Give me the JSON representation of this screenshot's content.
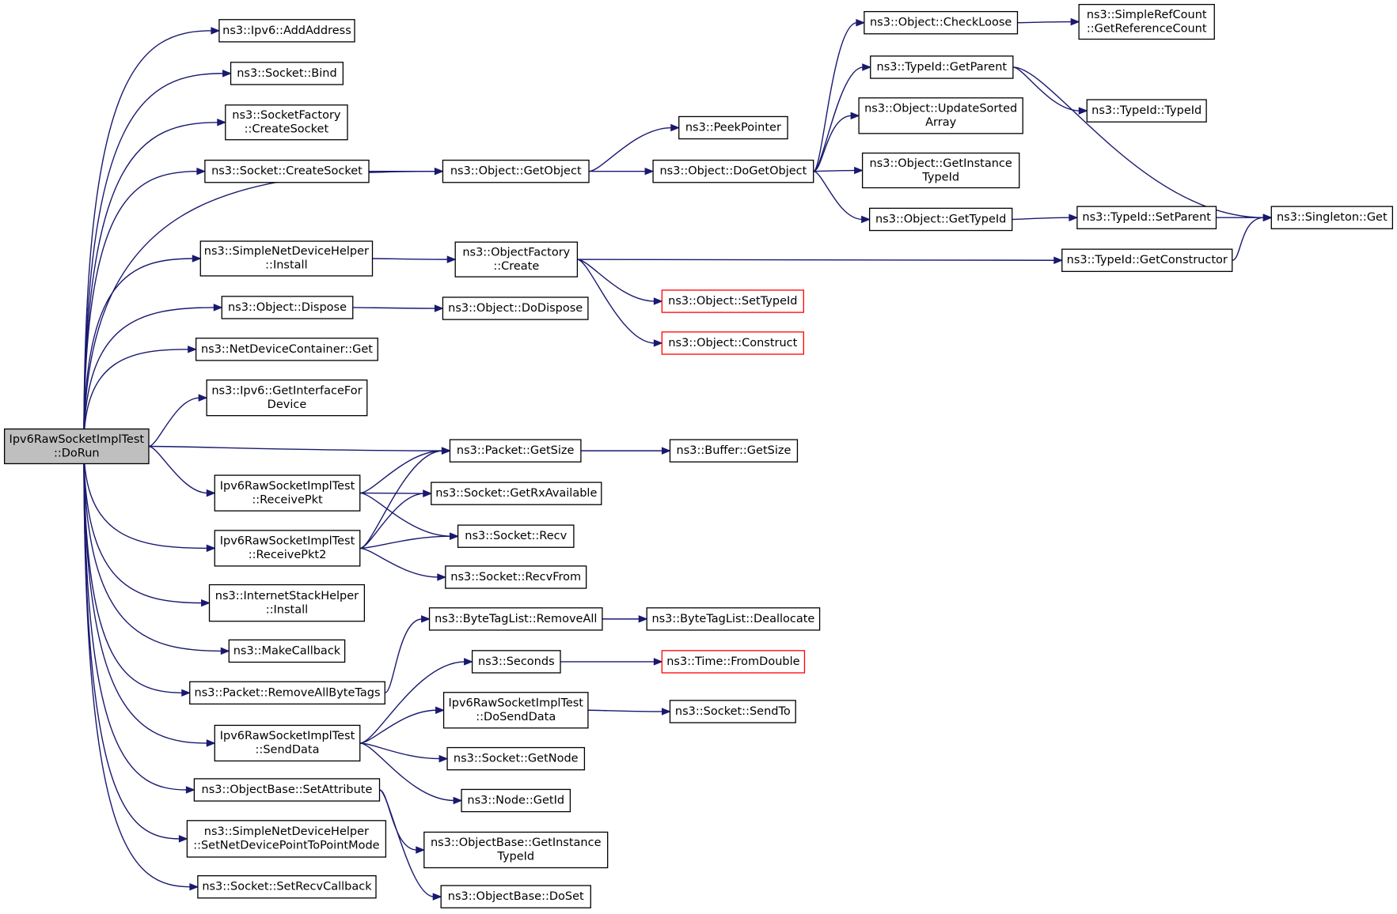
{
  "colors": {
    "edge": "#191970",
    "root_fill": "#bfbfbf",
    "external_stroke": "#ff0000",
    "node_stroke": "#000000"
  },
  "nodes": [
    {
      "id": "root",
      "lines": [
        "Ipv6RawSocketImplTest",
        "::DoRun"
      ],
      "kind": "root"
    },
    {
      "id": "ipv6_addaddress",
      "lines": [
        "ns3::Ipv6::AddAddress"
      ]
    },
    {
      "id": "socket_bind",
      "lines": [
        "ns3::Socket::Bind"
      ]
    },
    {
      "id": "socketfactory_create",
      "lines": [
        "ns3::SocketFactory",
        "::CreateSocket"
      ]
    },
    {
      "id": "socket_createsocket",
      "lines": [
        "ns3::Socket::CreateSocket"
      ]
    },
    {
      "id": "object_getobject",
      "lines": [
        "ns3::Object::GetObject"
      ]
    },
    {
      "id": "peekpointer",
      "lines": [
        "ns3::PeekPointer"
      ]
    },
    {
      "id": "object_dogetobject",
      "lines": [
        "ns3::Object::DoGetObject"
      ]
    },
    {
      "id": "object_checkloose",
      "lines": [
        "ns3::Object::CheckLoose"
      ]
    },
    {
      "id": "simplerefcount",
      "lines": [
        "ns3::SimpleRefCount",
        "::GetReferenceCount"
      ]
    },
    {
      "id": "typeid_getparent",
      "lines": [
        "ns3::TypeId::GetParent"
      ]
    },
    {
      "id": "typeid_typeid",
      "lines": [
        "ns3::TypeId::TypeId"
      ]
    },
    {
      "id": "object_updatesorted",
      "lines": [
        "ns3::Object::UpdateSorted",
        "Array"
      ]
    },
    {
      "id": "object_getinstancetypeid",
      "lines": [
        "ns3::Object::GetInstance",
        "TypeId"
      ]
    },
    {
      "id": "object_gettypeid",
      "lines": [
        "ns3::Object::GetTypeId"
      ]
    },
    {
      "id": "typeid_setparent",
      "lines": [
        "ns3::TypeId::SetParent"
      ]
    },
    {
      "id": "singleton_get",
      "lines": [
        "ns3::Singleton::Get"
      ]
    },
    {
      "id": "simplenetdevicehelper_install",
      "lines": [
        "ns3::SimpleNetDeviceHelper",
        "::Install"
      ]
    },
    {
      "id": "objectfactory_create",
      "lines": [
        "ns3::ObjectFactory",
        "::Create"
      ]
    },
    {
      "id": "typeid_getconstructor",
      "lines": [
        "ns3::TypeId::GetConstructor"
      ]
    },
    {
      "id": "object_settypeid",
      "lines": [
        "ns3::Object::SetTypeId"
      ],
      "kind": "red"
    },
    {
      "id": "object_construct",
      "lines": [
        "ns3::Object::Construct"
      ],
      "kind": "red"
    },
    {
      "id": "object_dispose",
      "lines": [
        "ns3::Object::Dispose"
      ]
    },
    {
      "id": "object_dodispose",
      "lines": [
        "ns3::Object::DoDispose"
      ]
    },
    {
      "id": "netdevicecontainer_get",
      "lines": [
        "ns3::NetDeviceContainer::Get"
      ]
    },
    {
      "id": "ipv6_getinterfacefor",
      "lines": [
        "ns3::Ipv6::GetInterfaceFor",
        "Device"
      ]
    },
    {
      "id": "packet_getsize",
      "lines": [
        "ns3::Packet::GetSize"
      ]
    },
    {
      "id": "buffer_getsize",
      "lines": [
        "ns3::Buffer::GetSize"
      ]
    },
    {
      "id": "receivepkt",
      "lines": [
        "Ipv6RawSocketImplTest",
        "::ReceivePkt"
      ]
    },
    {
      "id": "socket_getrxavailable",
      "lines": [
        "ns3::Socket::GetRxAvailable"
      ]
    },
    {
      "id": "socket_recv",
      "lines": [
        "ns3::Socket::Recv"
      ]
    },
    {
      "id": "receivepkt2",
      "lines": [
        "Ipv6RawSocketImplTest",
        "::ReceivePkt2"
      ]
    },
    {
      "id": "socket_recvfrom",
      "lines": [
        "ns3::Socket::RecvFrom"
      ]
    },
    {
      "id": "internetstackhelper_install",
      "lines": [
        "ns3::InternetStackHelper",
        "::Install"
      ]
    },
    {
      "id": "bytetaglist_removeall",
      "lines": [
        "ns3::ByteTagList::RemoveAll"
      ]
    },
    {
      "id": "bytetaglist_deallocate",
      "lines": [
        "ns3::ByteTagList::Deallocate"
      ]
    },
    {
      "id": "makecallback",
      "lines": [
        "ns3::MakeCallback"
      ]
    },
    {
      "id": "seconds",
      "lines": [
        "ns3::Seconds"
      ]
    },
    {
      "id": "time_fromdouble",
      "lines": [
        "ns3::Time::FromDouble"
      ],
      "kind": "red"
    },
    {
      "id": "packet_removeallbytetags",
      "lines": [
        "ns3::Packet::RemoveAllByteTags"
      ]
    },
    {
      "id": "dosenddata",
      "lines": [
        "Ipv6RawSocketImplTest",
        "::DoSendData"
      ]
    },
    {
      "id": "socket_sendto",
      "lines": [
        "ns3::Socket::SendTo"
      ]
    },
    {
      "id": "senddata",
      "lines": [
        "Ipv6RawSocketImplTest",
        "::SendData"
      ]
    },
    {
      "id": "socket_getnode",
      "lines": [
        "ns3::Socket::GetNode"
      ]
    },
    {
      "id": "objectbase_setattribute",
      "lines": [
        "ns3::ObjectBase::SetAttribute"
      ]
    },
    {
      "id": "node_getid",
      "lines": [
        "ns3::Node::GetId"
      ]
    },
    {
      "id": "objectbase_getinstancetypeid",
      "lines": [
        "ns3::ObjectBase::GetInstance",
        "TypeId"
      ]
    },
    {
      "id": "setnetdevicepointtopoint",
      "lines": [
        "ns3::SimpleNetDeviceHelper",
        "::SetNetDevicePointToPointMode"
      ]
    },
    {
      "id": "objectbase_doset",
      "lines": [
        "ns3::ObjectBase::DoSet"
      ]
    },
    {
      "id": "socket_setrecvcallback",
      "lines": [
        "ns3::Socket::SetRecvCallback"
      ]
    }
  ],
  "edges": [
    [
      "root",
      "ipv6_addaddress"
    ],
    [
      "root",
      "socket_bind"
    ],
    [
      "root",
      "socketfactory_create"
    ],
    [
      "root",
      "socket_createsocket"
    ],
    [
      "root",
      "object_getobject"
    ],
    [
      "root",
      "simplenetdevicehelper_install"
    ],
    [
      "root",
      "object_dispose"
    ],
    [
      "root",
      "netdevicecontainer_get"
    ],
    [
      "root",
      "ipv6_getinterfacefor"
    ],
    [
      "root",
      "packet_getsize"
    ],
    [
      "root",
      "receivepkt"
    ],
    [
      "root",
      "receivepkt2"
    ],
    [
      "root",
      "internetstackhelper_install"
    ],
    [
      "root",
      "makecallback"
    ],
    [
      "root",
      "packet_removeallbytetags"
    ],
    [
      "root",
      "senddata"
    ],
    [
      "root",
      "objectbase_setattribute"
    ],
    [
      "root",
      "setnetdevicepointtopoint"
    ],
    [
      "root",
      "socket_setrecvcallback"
    ],
    [
      "socket_createsocket",
      "object_getobject"
    ],
    [
      "object_getobject",
      "peekpointer"
    ],
    [
      "object_getobject",
      "object_dogetobject"
    ],
    [
      "object_dogetobject",
      "object_checkloose"
    ],
    [
      "object_dogetobject",
      "typeid_getparent"
    ],
    [
      "object_dogetobject",
      "object_updatesorted"
    ],
    [
      "object_dogetobject",
      "object_getinstancetypeid"
    ],
    [
      "object_dogetobject",
      "object_gettypeid"
    ],
    [
      "object_checkloose",
      "simplerefcount"
    ],
    [
      "typeid_getparent",
      "typeid_typeid"
    ],
    [
      "typeid_getparent",
      "singleton_get"
    ],
    [
      "object_gettypeid",
      "typeid_setparent"
    ],
    [
      "typeid_setparent",
      "singleton_get"
    ],
    [
      "simplenetdevicehelper_install",
      "objectfactory_create"
    ],
    [
      "objectfactory_create",
      "typeid_getconstructor"
    ],
    [
      "objectfactory_create",
      "object_settypeid"
    ],
    [
      "objectfactory_create",
      "object_construct"
    ],
    [
      "typeid_getconstructor",
      "singleton_get"
    ],
    [
      "object_dispose",
      "object_dodispose"
    ],
    [
      "packet_getsize",
      "buffer_getsize"
    ],
    [
      "receivepkt",
      "packet_getsize"
    ],
    [
      "receivepkt",
      "socket_getrxavailable"
    ],
    [
      "receivepkt",
      "socket_recv"
    ],
    [
      "receivepkt2",
      "packet_getsize"
    ],
    [
      "receivepkt2",
      "socket_getrxavailable"
    ],
    [
      "receivepkt2",
      "socket_recv"
    ],
    [
      "receivepkt2",
      "socket_recvfrom"
    ],
    [
      "packet_removeallbytetags",
      "bytetaglist_removeall"
    ],
    [
      "bytetaglist_removeall",
      "bytetaglist_deallocate"
    ],
    [
      "senddata",
      "seconds"
    ],
    [
      "senddata",
      "dosenddata"
    ],
    [
      "senddata",
      "socket_getnode"
    ],
    [
      "senddata",
      "node_getid"
    ],
    [
      "seconds",
      "time_fromdouble"
    ],
    [
      "dosenddata",
      "socket_sendto"
    ],
    [
      "objectbase_setattribute",
      "objectbase_getinstancetypeid"
    ],
    [
      "objectbase_setattribute",
      "objectbase_doset"
    ]
  ]
}
